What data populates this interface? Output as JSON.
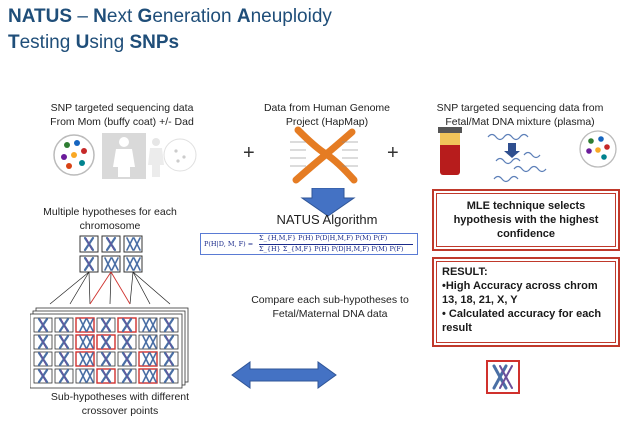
{
  "title": {
    "line1_parts": [
      "NATUS",
      " – ",
      "N",
      "ext ",
      "G",
      "eneration ",
      "A",
      "neuploidy"
    ],
    "line2_parts": [
      "T",
      "esting ",
      "U",
      "sing ",
      "SNPs"
    ]
  },
  "captions": {
    "mom": "SNP targeted sequencing data From Mom (buffy coat) +/- Dad",
    "hapmap": "Data from Human Genome Project (HapMap)",
    "plasma": "SNP targeted sequencing data from Fetal/Mat DNA mixture (plasma)",
    "plus1": "+",
    "plus2": "+",
    "hypotheses": "Multiple hypotheses for each chromosome",
    "algorithm": "NATUS Algorithm",
    "compare": "Compare each sub-hypotheses to Fetal/Maternal DNA data",
    "subhyp": "Sub-hypotheses with different crossover points"
  },
  "formula": {
    "lhs": "P(H|D, M, F) =",
    "num": "Σ_{H,M,F} P(H) P(D|H,M,F) P(M) P(F)",
    "den": "Σ_{H} Σ_{M,F} P(H) P(D|H,M,F) P(M) P(F)"
  },
  "mle_box": {
    "text": "MLE technique selects hypothesis with the highest confidence"
  },
  "result_box": {
    "heading": "RESULT:",
    "bullet1": "•High Accuracy across chrom 13, 18, 21, X, Y",
    "bullet2": "• Calculated accuracy for each result"
  },
  "colors": {
    "title": "#1f4e79",
    "accent_blue": "#4472c4",
    "red_border": "#c0392b"
  },
  "icons": [
    "dna-dots-icon",
    "silhouette-icon",
    "chromosome-icon",
    "blood-tube-icon",
    "dna-strand-icon",
    "arrow-icon"
  ]
}
